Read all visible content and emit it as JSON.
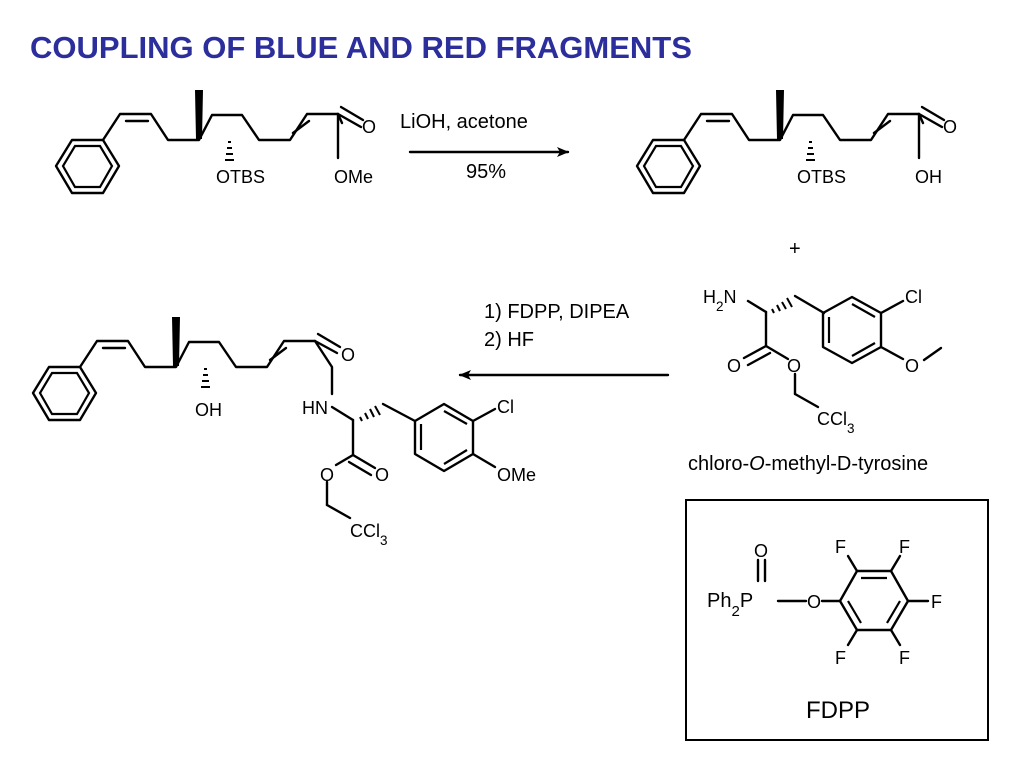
{
  "title": "COUPLING OF BLUE AND RED FRAGMENTS",
  "colors": {
    "title": "#2b2e9b",
    "ink": "#000000",
    "background": "#ffffff"
  },
  "reaction1": {
    "reagent": "LiOH, acetone",
    "yield": "95%",
    "ester": {
      "otbs": "OTBS",
      "carbonyl_o": "O",
      "ome": "OMe"
    },
    "acid": {
      "otbs": "OTBS",
      "carbonyl_o": "O",
      "oh": "OH"
    }
  },
  "plus": "+",
  "tyrosine": {
    "amine": "H2N",
    "cl": "Cl",
    "ether_o": "O",
    "carbonyl_o": "O",
    "ester_o": "O",
    "ccl3": "CCl3",
    "caption_prefix": "chloro-",
    "caption_italic": "O",
    "caption_suffix": "-methyl-D-tyrosine"
  },
  "reaction2": {
    "step1": "1) FDPP, DIPEA",
    "step2": "2) HF"
  },
  "product": {
    "oh": "OH",
    "amide_o": "O",
    "hn": "HN",
    "cl": "Cl",
    "ome": "OMe",
    "carbonyl_o": "O",
    "ester_o": "O",
    "ccl3": "CCl3"
  },
  "fdpp": {
    "p_o": "O",
    "ph2": "Ph2",
    "p": "P",
    "o_link": "O",
    "f_top_left": "F",
    "f_top_right": "F",
    "f_right": "F",
    "f_bottom_left": "F",
    "f_bottom_right": "F",
    "label": "FDPP"
  }
}
